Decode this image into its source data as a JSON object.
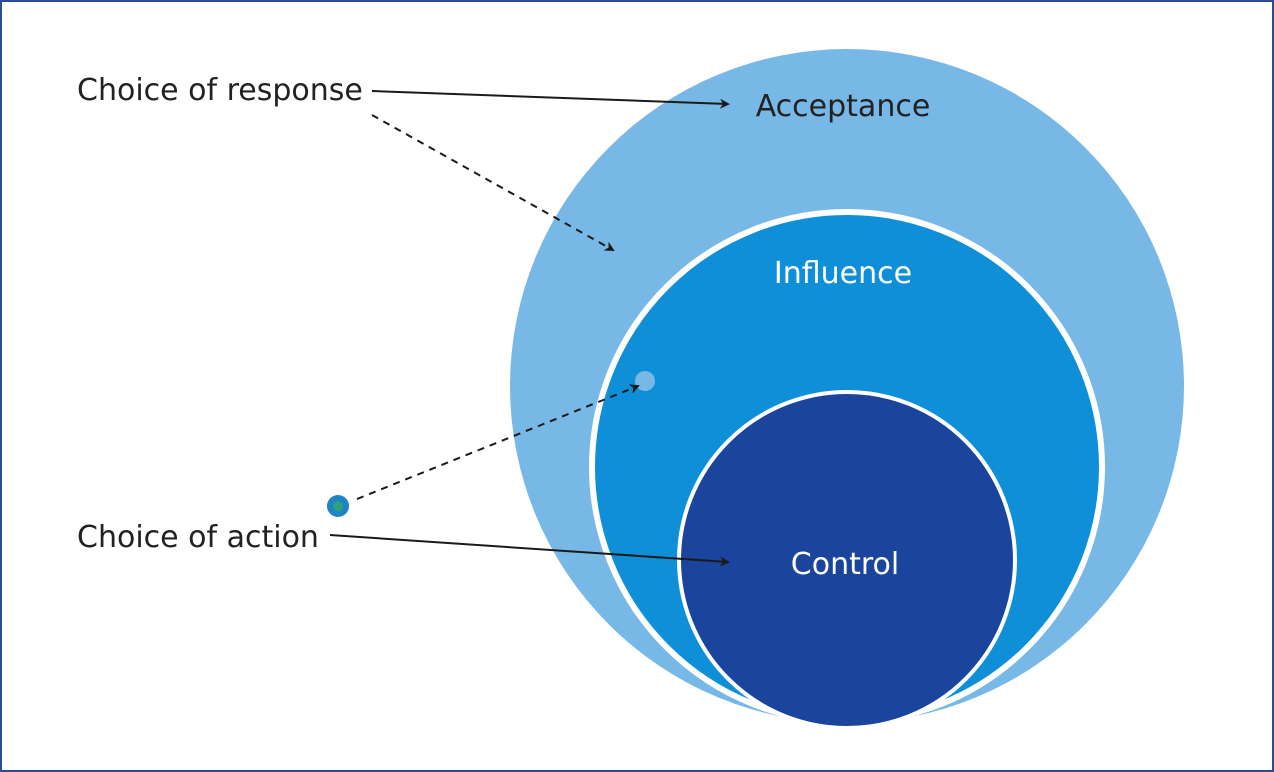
{
  "diagram": {
    "colors": {
      "border": "#2b4b9b",
      "acceptance": "#78b8e6",
      "influence": "#0f8fd8",
      "control": "#1b459d",
      "ring": "#ffffff",
      "text_dark": "#222222",
      "text_light": "#ffffff",
      "arrow": "#1a1a1a",
      "dot_outer": "#1f84c6",
      "dot_inner": "#2aa37a",
      "dot_light": "#78b8e6"
    },
    "circles": {
      "acceptance": {
        "label": "Acceptance"
      },
      "influence": {
        "label": "Influence"
      },
      "control": {
        "label": "Control"
      }
    },
    "left_labels": {
      "response": "Choice of response",
      "action": "Choice of action"
    },
    "arrows": {
      "response_to_acceptance": "solid",
      "response_to_influence_ring": "dashed",
      "action_to_control": "solid",
      "action_to_influence": "dashed"
    }
  }
}
